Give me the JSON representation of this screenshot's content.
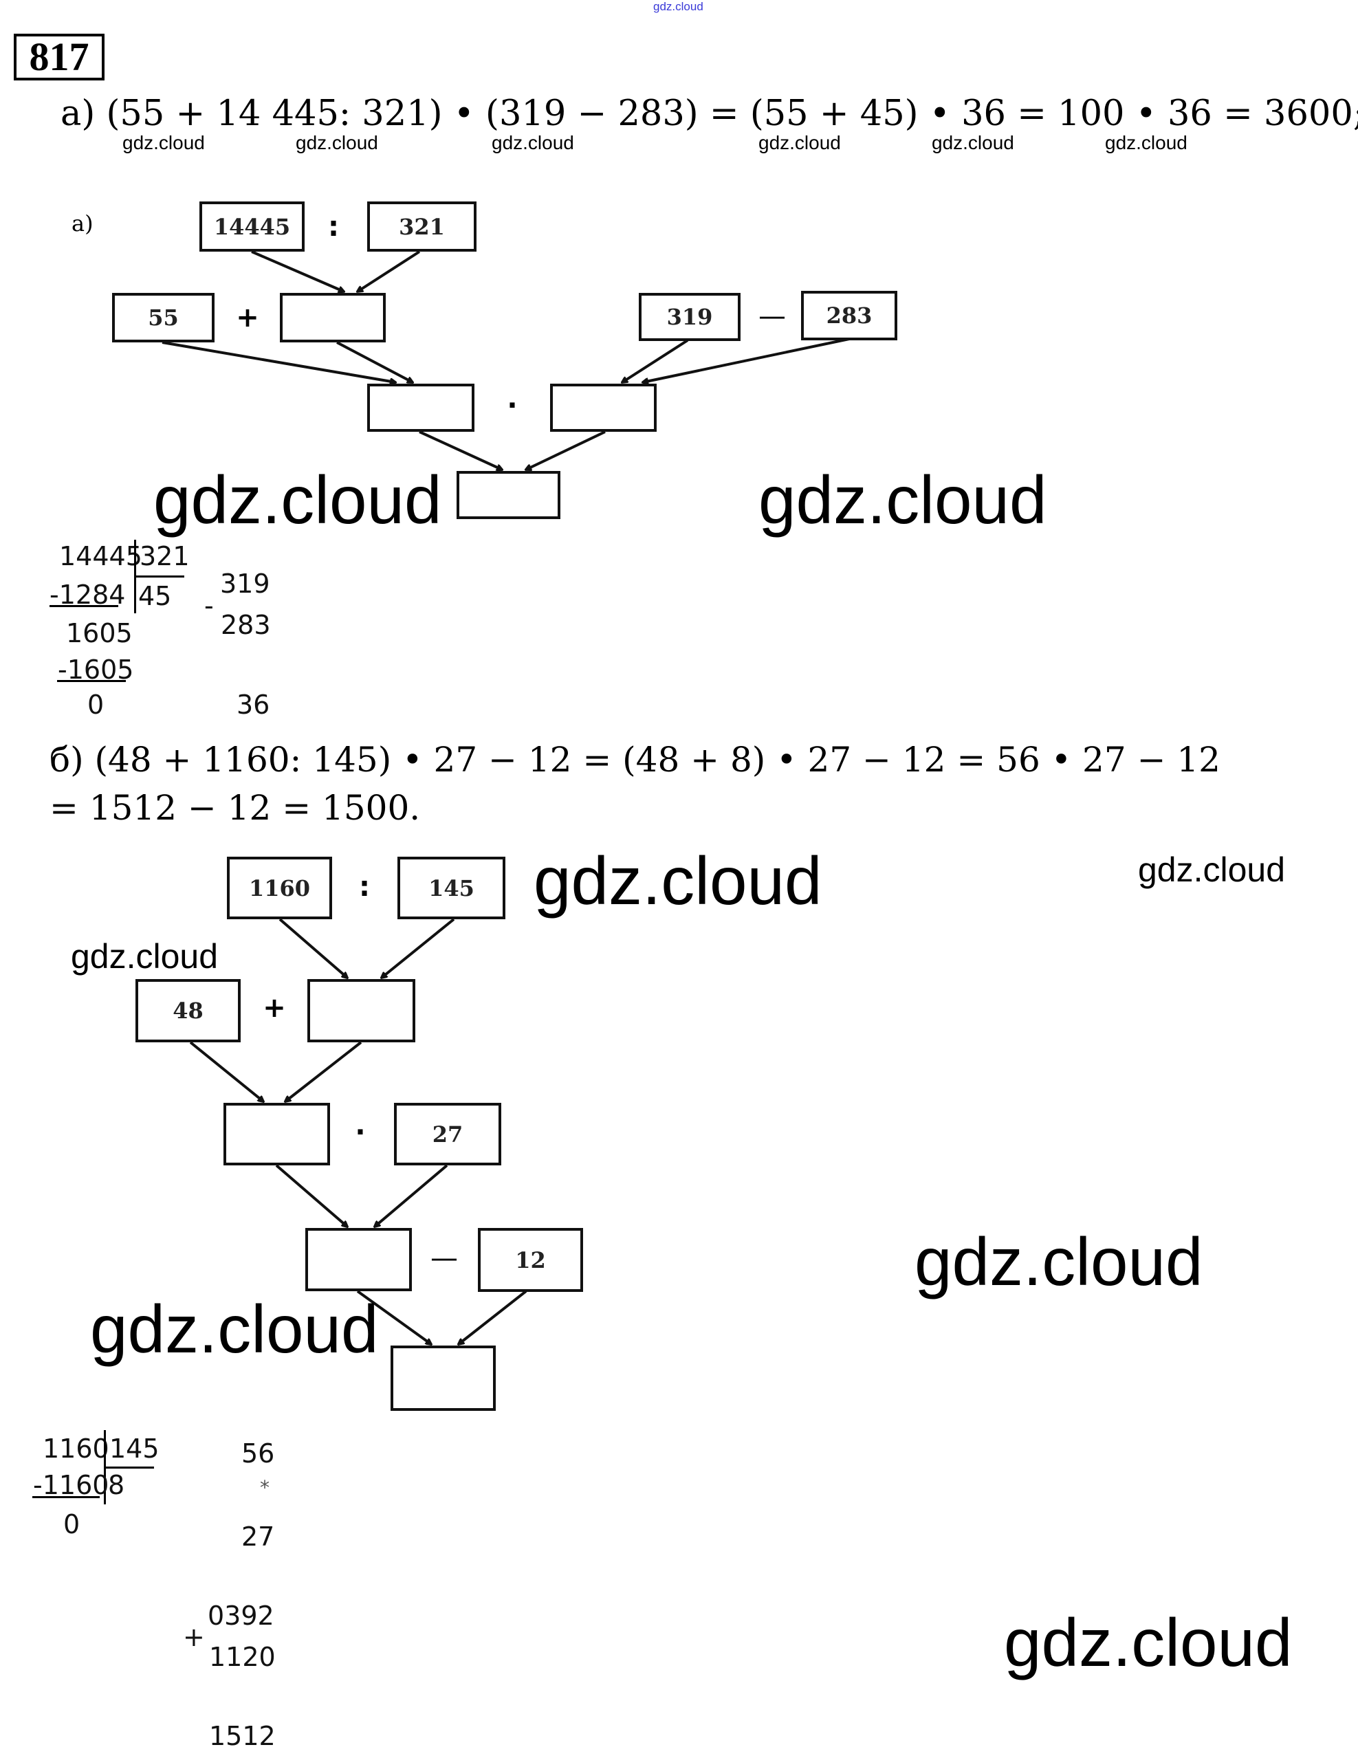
{
  "watermark": "gdz.cloud",
  "top_watermark": "gdz.cloud",
  "problem_number": "817",
  "part_a": {
    "equation": "а) (55 + 14 445: 321) • (319 − 283) = (55 + 45) • 36 = 100 • 36 = 3600;",
    "diagram_label": "а)",
    "boxes": {
      "dividend": "14445",
      "divisor": "321",
      "addend": "55",
      "minuend": "319",
      "subtrahend": "283"
    },
    "ops": {
      "div": ":",
      "add": "+",
      "sub": "—",
      "mul": "·"
    },
    "division": {
      "dividend": "14445",
      "divisor": "321",
      "quotient": "45",
      "step1": "-1284",
      "remainder1": "1605",
      "step2": "-1605",
      "remainder": "0"
    },
    "subtraction": {
      "minuend": "319",
      "sign": "-",
      "subtrahend": "283",
      "result": "36"
    }
  },
  "part_b": {
    "equation_line1": "б) (48 + 1160: 145) • 27 − 12 = (48 + 8) • 27 − 12 = 56 • 27 − 12",
    "equation_line2": "= 1512 − 12 = 1500.",
    "boxes": {
      "dividend": "1160",
      "divisor": "145",
      "addend": "48",
      "factor": "27",
      "subtrahend": "12"
    },
    "ops": {
      "div": ":",
      "add": "+",
      "mul": "·",
      "sub": "—"
    },
    "division": {
      "dividend": "1160",
      "divisor": "145",
      "quotient": "8",
      "step": "-1160",
      "remainder": "0"
    },
    "multiplication": {
      "a": "56",
      "sign": "*",
      "b": "27",
      "partial1": "0392",
      "plus": "+",
      "partial2": "1120",
      "result": "1512"
    }
  }
}
